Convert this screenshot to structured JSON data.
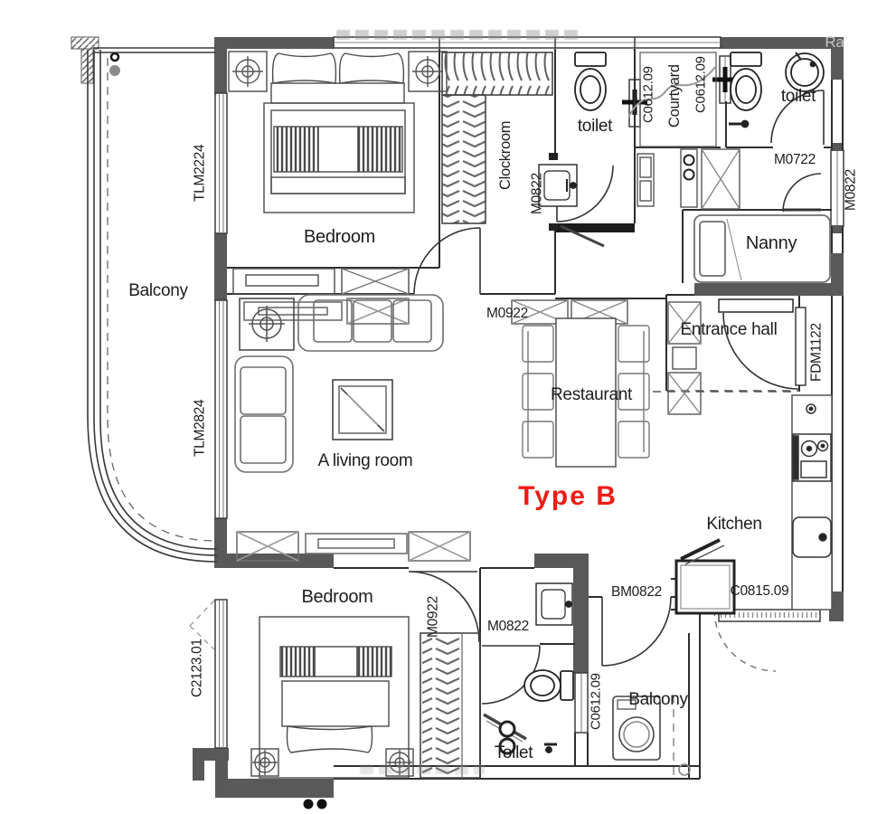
{
  "plan": {
    "title": "Type B",
    "title_color": "#ee1b15"
  },
  "rooms": {
    "balcony_left": "Balcony",
    "bedroom_top": "Bedroom",
    "clockroom": "Clockroom",
    "toilet_top": "toilet",
    "courtyard": "Courtyard",
    "toilet_right": "toilet",
    "nanny": "Nanny",
    "entrance_hall": "Entrance hall",
    "restaurant": "Restaurant",
    "living_room": "A living room",
    "kitchen": "Kitchen",
    "bedroom_bottom": "Bedroom",
    "toilet_bottom": "Toilet",
    "balcony_bottom": "Balcony"
  },
  "codes": {
    "tlm2224": "TLM2224",
    "tlm2824": "TLM2824",
    "c2123_01": "C2123.01",
    "m0822_clockroom": "M0822",
    "m0922_top": "M0922",
    "c0612_09_a": "C0612.09",
    "c0612_09_b": "C0612.09",
    "c0612_09_c": "C0612.09",
    "m0722": "M0722",
    "m0822_right": "M0822",
    "fdm1122": "FDM1122",
    "m0922_bottom": "M0922",
    "m0822_toilet": "M0822",
    "bm0822": "BM0822",
    "c0815_09": "C0815.09"
  },
  "watermark": {
    "fragment_top_right": "Ra"
  }
}
